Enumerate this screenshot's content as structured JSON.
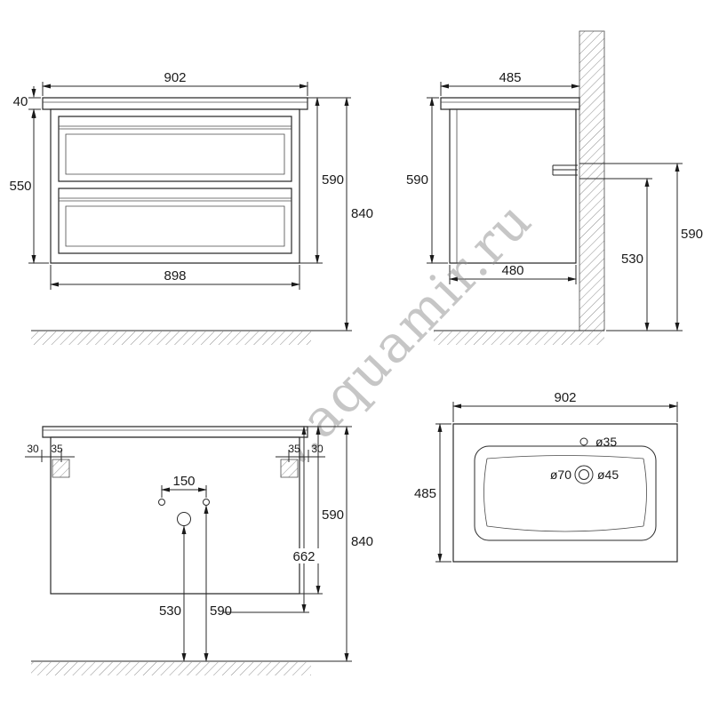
{
  "watermark": "www.aquamir.ru",
  "front_view": {
    "top_width": "902",
    "countertop_thickness": "40",
    "cabinet_height": "550",
    "overall_height": "590",
    "total_height_floor": "840",
    "bottom_width": "898"
  },
  "side_view": {
    "top_depth": "485",
    "height": "590",
    "rail_height_floor": "530",
    "top_height_floor": "590",
    "bottom_depth": "480"
  },
  "back_view": {
    "left_offset_outer": "30",
    "left_offset_inner": "35",
    "right_offset_inner": "35",
    "right_offset_outer": "30",
    "hole_spacing": "150",
    "height": "590",
    "drain_dim": "662",
    "total_height_floor": "840",
    "drain_height_floor": "530",
    "holes_height_floor": "590"
  },
  "sink_view": {
    "width": "902",
    "depth": "485",
    "overflow_diameter": "ø35",
    "drain_outer_diameter": "ø70",
    "drain_inner_diameter": "ø45"
  }
}
